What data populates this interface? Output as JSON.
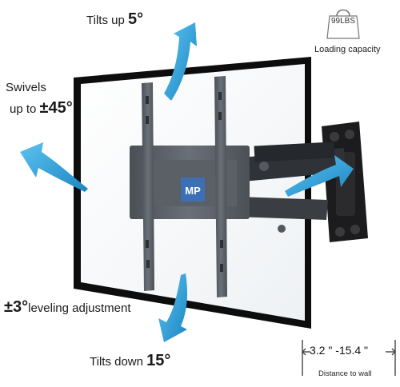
{
  "weight_badge": {
    "text": "99LBS",
    "icon": "weight-icon"
  },
  "loading_capacity": "Loading capacity",
  "tilt_up": {
    "text": "Tilts up ",
    "value": "5",
    "unit": "°"
  },
  "swivel": {
    "line1": "Swivels",
    "line2_prefix": "up to ",
    "value": "±45",
    "unit": "°"
  },
  "leveling": {
    "value": "±3",
    "unit": "°",
    "text": "leveling adjustment"
  },
  "tilt_down": {
    "text": "Tilts down ",
    "value": "15",
    "unit": "°"
  },
  "distance": {
    "value": "3.2 \" -15.4 \"",
    "label": "Distance to wall"
  },
  "brand_logo": "MP",
  "colors": {
    "arrow": "#2a9fd6",
    "mount": "#5a5f66",
    "screen_border": "#0d0d0d",
    "screen_fill": "#f7f9fb"
  }
}
